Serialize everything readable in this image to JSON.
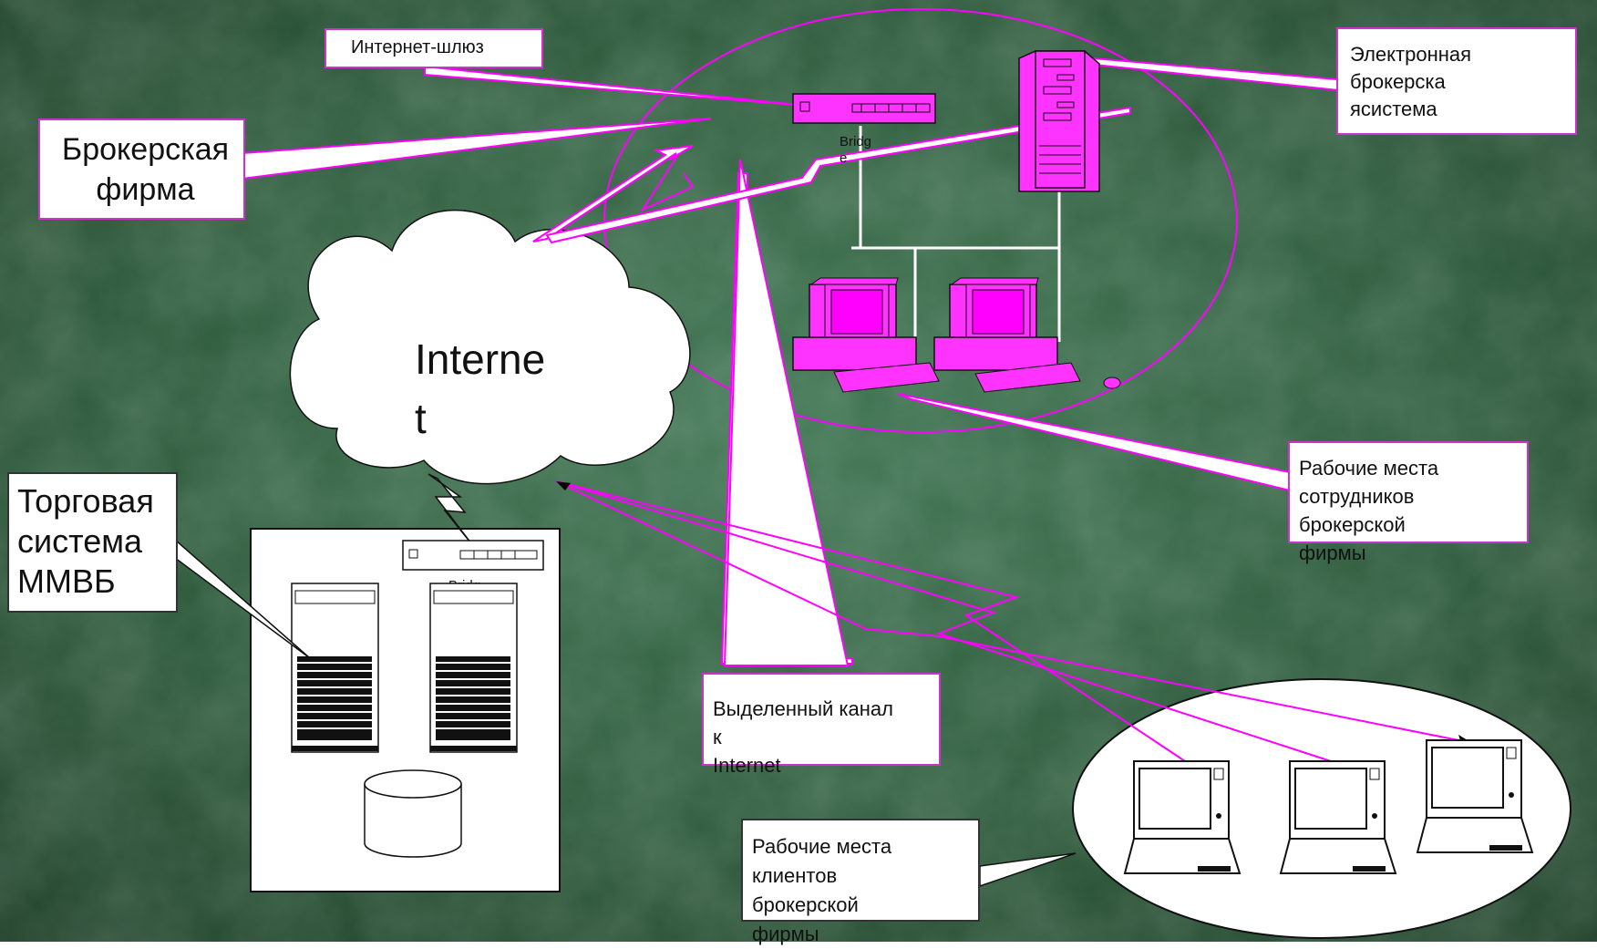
{
  "labels": {
    "gateway": "Интернет-шлюз",
    "electronic_system": "Электронная\nброкерска\nясистема",
    "broker_firm": "Брокерская\nфирма",
    "internet": "Interne\nt",
    "trading_system": "Торговая\nсистема\nММВБ",
    "employee_workplaces": "Рабочие места\nсотрудников\nброкерской\nфирмы",
    "dedicated_channel": "Выделенный канал\nк\nInternet",
    "client_workplaces": "Рабочие места\nклиентов\nброкерской\nфирмы",
    "bridge_top": "Bridg\ne",
    "bridge_bottom": "Bridg\ne"
  },
  "colors": {
    "accent": "#ff00ff",
    "background": "#2f5a3c",
    "callout_border": "#cc33cc"
  },
  "icons": [
    "bridge-icon",
    "tower-server-icon",
    "desktop-computer-icon",
    "laptop-icon",
    "database-icon",
    "cloud-icon",
    "lightning-link-icon"
  ]
}
